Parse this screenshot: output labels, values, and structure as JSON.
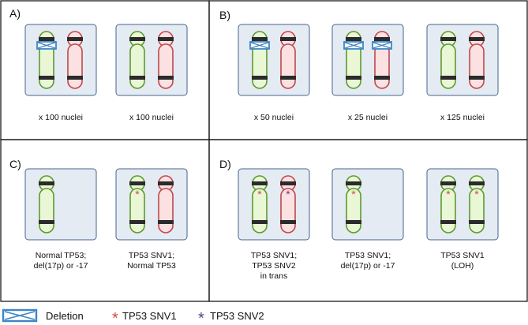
{
  "colors": {
    "green_fill": "#e9f7d6",
    "green_stroke": "#5e9a2e",
    "red_fill": "#fbe1e1",
    "red_stroke": "#c2474d",
    "box_fill": "#e4ebf3",
    "box_stroke": "#46668f",
    "band": "#2b2b2b",
    "deletion": "#3d86c6",
    "snv1": "#d7463f",
    "snv2": "#5a3d8c",
    "frame": "#1a1a1a"
  },
  "panels": {
    "A": {
      "letter": "A)",
      "cells": [
        {
          "caption": [
            "x 100 nuclei"
          ]
        },
        {
          "caption": [
            "x 100 nuclei"
          ]
        }
      ]
    },
    "B": {
      "letter": "B)",
      "cells": [
        {
          "caption": [
            "x 50 nuclei"
          ]
        },
        {
          "caption": [
            "x 25 nuclei"
          ]
        },
        {
          "caption": [
            "x 125 nuclei"
          ]
        }
      ]
    },
    "C": {
      "letter": "C)",
      "cells": [
        {
          "caption": [
            "Normal TP53;",
            "del(17p) or -17"
          ]
        },
        {
          "caption": [
            "TP53 SNV1;",
            "Normal TP53"
          ]
        }
      ]
    },
    "D": {
      "letter": "D)",
      "cells": [
        {
          "caption": [
            "TP53 SNV1;",
            "TP53 SNV2",
            "in trans"
          ]
        },
        {
          "caption": [
            "TP53 SNV1;",
            "del(17p) or -17"
          ]
        },
        {
          "caption": [
            "TP53 SNV1",
            "(LOH)"
          ]
        }
      ]
    }
  },
  "legend": {
    "deletion": "Deletion",
    "snv1": "TP53 SNV1",
    "snv2": "TP53 SNV2",
    "marker_glyph": "*"
  }
}
